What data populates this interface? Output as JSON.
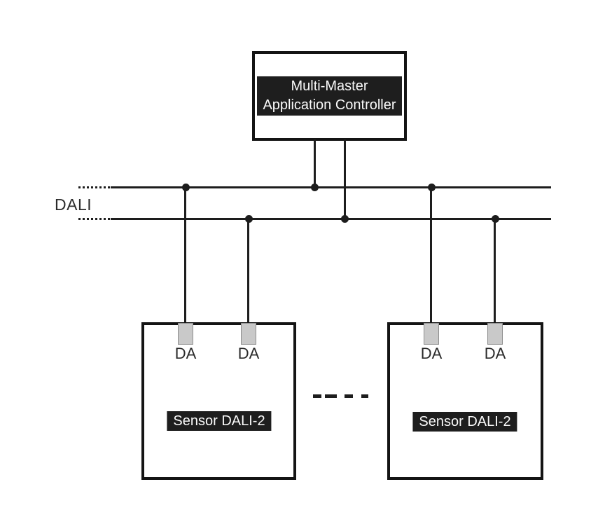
{
  "controller": {
    "line1": "Multi-Master",
    "line2": "Application Controller"
  },
  "bus": {
    "label": "DALI"
  },
  "sensors": [
    {
      "label": "Sensor DALI-2",
      "terminals": [
        "DA",
        "DA"
      ]
    },
    {
      "label": "Sensor DALI-2",
      "terminals": [
        "DA",
        "DA"
      ]
    }
  ],
  "colors": {
    "line": "#1d1d1d",
    "box_border": "#141414",
    "label_bg": "#1e1e1e",
    "label_text": "#fafafa",
    "text": "#2b2b2b",
    "terminal_fill": "#c9c9c9",
    "terminal_border": "#8d8d8d",
    "background": "#ffffff"
  }
}
